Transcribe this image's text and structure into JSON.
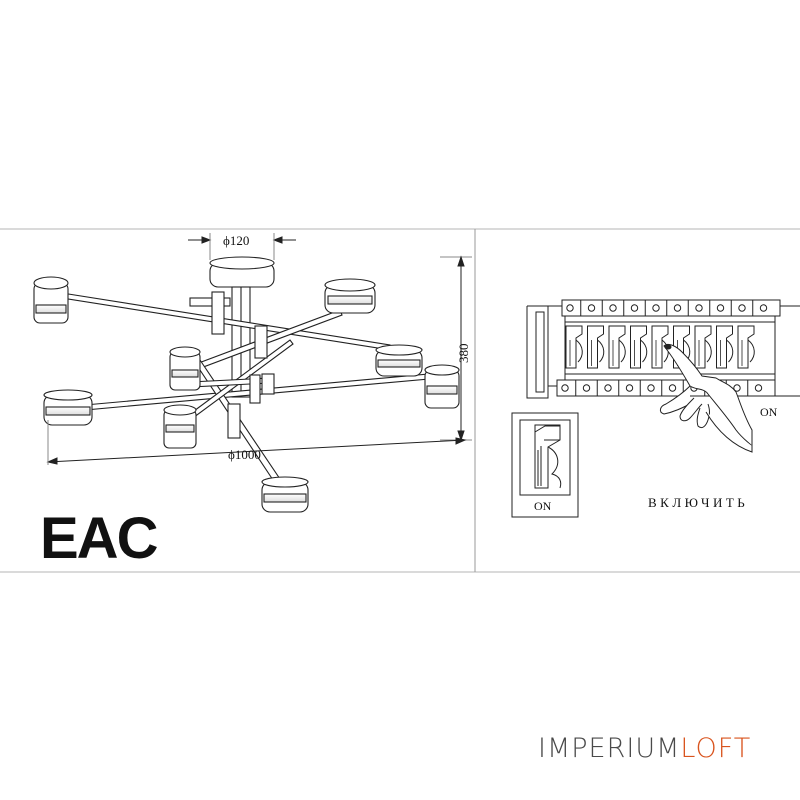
{
  "dimensions": {
    "canopy_diameter": "ϕ120",
    "height": "380",
    "span_diameter": "ϕ1000"
  },
  "certification": "EAC",
  "instructions": {
    "switch_state_breaker": "ON",
    "switch_state_closeup": "ON",
    "action": "ВКЛЮЧИТЬ"
  },
  "brand": {
    "part1": "IMPERIUM",
    "part2": "LOFT",
    "color_part1": "#4a4a4a",
    "color_part2": "#d9541e"
  }
}
